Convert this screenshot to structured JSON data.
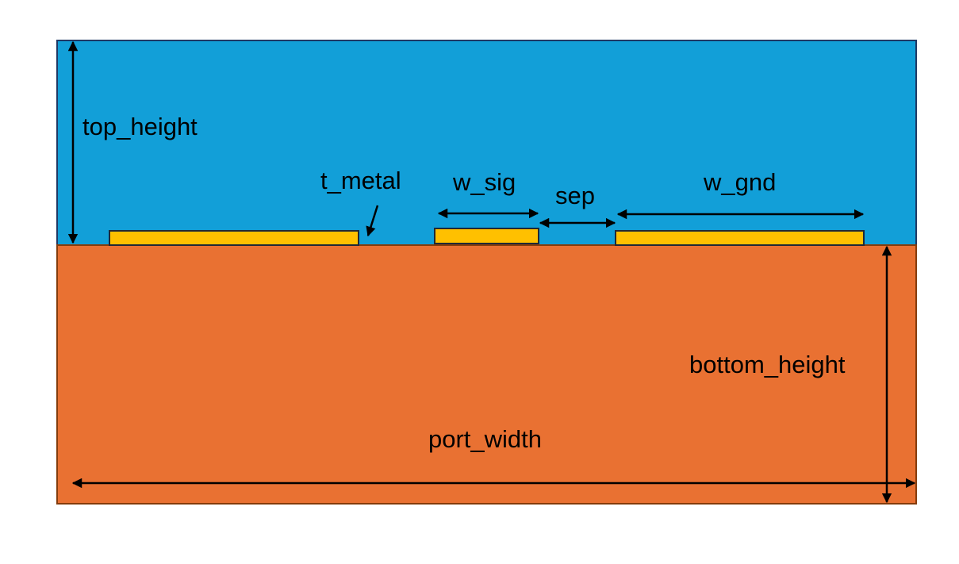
{
  "labels": {
    "top_height": "top_height",
    "t_metal": "t_metal",
    "w_sig": "w_sig",
    "sep": "sep",
    "w_gnd": "w_gnd",
    "bottom_height": "bottom_height",
    "port_width": "port_width"
  },
  "colors": {
    "top_region": "#129FD8",
    "bottom_region": "#E97132",
    "metal": "#FFC000",
    "outline": "#1F3864",
    "bottom_outline": "#843C0C",
    "dimension_lines": "#000000"
  }
}
